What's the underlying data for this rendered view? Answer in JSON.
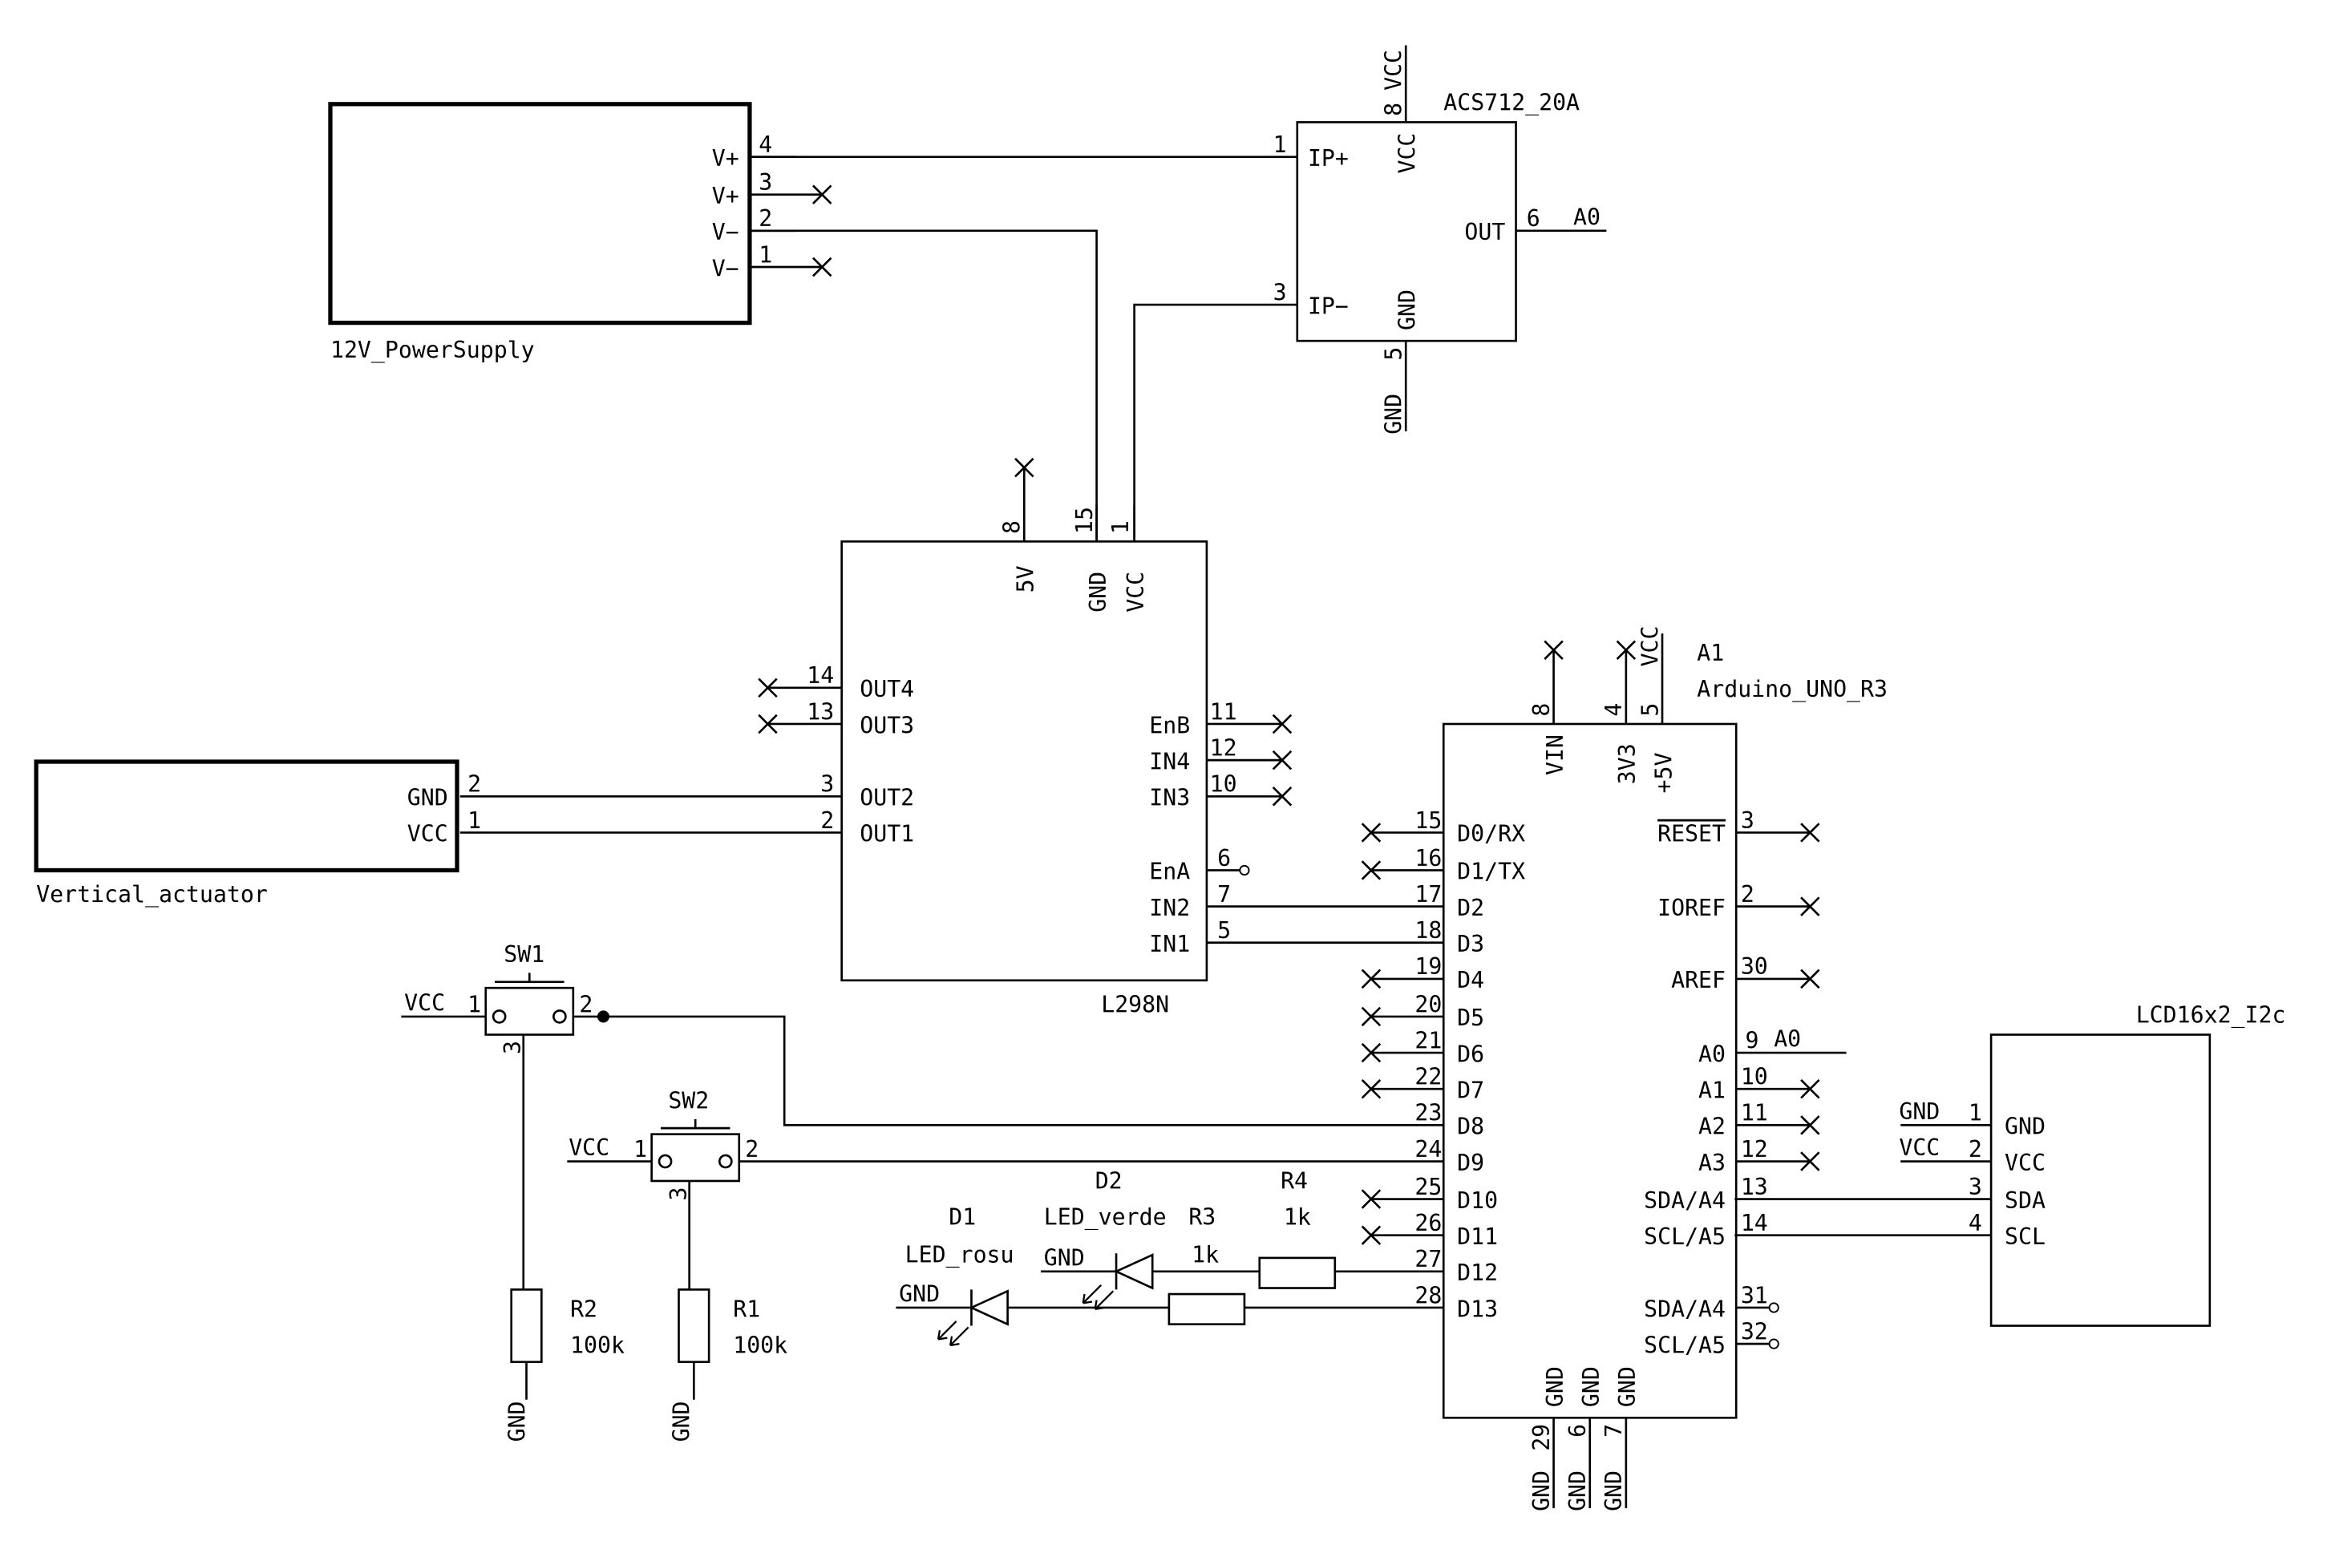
{
  "components": {
    "psu": {
      "name": "12V_PowerSupply",
      "pins": [
        {
          "label": "V+",
          "num": "4"
        },
        {
          "label": "V+",
          "num": "3"
        },
        {
          "label": "V−",
          "num": "2"
        },
        {
          "label": "V−",
          "num": "1"
        }
      ]
    },
    "acs": {
      "name": "ACS712_20A",
      "pins": {
        "ip_plus": {
          "label": "IP+",
          "num": "1"
        },
        "ip_minus": {
          "label": "IP−",
          "num": "3"
        },
        "vcc": {
          "label": "VCC",
          "num": "8",
          "net": "VCC"
        },
        "gnd": {
          "label": "GND",
          "num": "5",
          "net": "GND"
        },
        "out": {
          "label": "OUT",
          "num": "6",
          "net": "A0"
        }
      }
    },
    "l298n": {
      "name": "L298N",
      "top_pins": [
        {
          "label": "5V",
          "num": "8"
        },
        {
          "label": "GND",
          "num": "15"
        },
        {
          "label": "VCC",
          "num": "1"
        }
      ],
      "left_pins": [
        {
          "label": "OUT4",
          "num": "14"
        },
        {
          "label": "OUT3",
          "num": "13"
        },
        {
          "label": "OUT2",
          "num": "3"
        },
        {
          "label": "OUT1",
          "num": "2"
        }
      ],
      "right_pins": [
        {
          "label": "EnB",
          "num": "11"
        },
        {
          "label": "IN4",
          "num": "12"
        },
        {
          "label": "IN3",
          "num": "10"
        },
        {
          "label": "EnA",
          "num": "6"
        },
        {
          "label": "IN2",
          "num": "7"
        },
        {
          "label": "IN1",
          "num": "5"
        }
      ]
    },
    "actuator": {
      "name": "Vertical_actuator",
      "pins": [
        {
          "label": "GND",
          "num": "2"
        },
        {
          "label": "VCC",
          "num": "1"
        }
      ]
    },
    "arduino": {
      "ref": "A1",
      "name": "Arduino_UNO_R3",
      "top_pins": [
        {
          "label": "VIN",
          "num": "8"
        },
        {
          "label": "3V3",
          "num": "4"
        },
        {
          "label": "+5V",
          "num": "5",
          "net": "VCC"
        }
      ],
      "left_pins": [
        {
          "label": "D0/RX",
          "num": "15"
        },
        {
          "label": "D1/TX",
          "num": "16"
        },
        {
          "label": "D2",
          "num": "17"
        },
        {
          "label": "D3",
          "num": "18"
        },
        {
          "label": "D4",
          "num": "19"
        },
        {
          "label": "D5",
          "num": "20"
        },
        {
          "label": "D6",
          "num": "21"
        },
        {
          "label": "D7",
          "num": "22"
        },
        {
          "label": "D8",
          "num": "23"
        },
        {
          "label": "D9",
          "num": "24"
        },
        {
          "label": "D10",
          "num": "25"
        },
        {
          "label": "D11",
          "num": "26"
        },
        {
          "label": "D12",
          "num": "27"
        },
        {
          "label": "D13",
          "num": "28"
        }
      ],
      "right_pins": [
        {
          "label": "RESET",
          "num": "3"
        },
        {
          "label": "IOREF",
          "num": "2"
        },
        {
          "label": "AREF",
          "num": "30"
        },
        {
          "label": "A0",
          "num": "9",
          "net": "A0"
        },
        {
          "label": "A1",
          "num": "10"
        },
        {
          "label": "A2",
          "num": "11"
        },
        {
          "label": "A3",
          "num": "12"
        },
        {
          "label": "SDA/A4",
          "num": "13"
        },
        {
          "label": "SCL/A5",
          "num": "14"
        },
        {
          "label": "SDA/A4",
          "num": "31"
        },
        {
          "label": "SCL/A5",
          "num": "32"
        }
      ],
      "bottom_pins": [
        {
          "label": "GND",
          "num": "29",
          "net": "GND"
        },
        {
          "label": "GND",
          "num": "6",
          "net": "GND"
        },
        {
          "label": "GND",
          "num": "7",
          "net": "GND"
        }
      ]
    },
    "lcd": {
      "name": "LCD16x2_I2c",
      "pins": [
        {
          "label": "GND",
          "num": "1",
          "net": "GND"
        },
        {
          "label": "VCC",
          "num": "2",
          "net": "VCC"
        },
        {
          "label": "SDA",
          "num": "3"
        },
        {
          "label": "SCL",
          "num": "4"
        }
      ]
    },
    "sw1": {
      "ref": "SW1",
      "pins": {
        "p1": "1",
        "p2": "2",
        "p3": "3"
      },
      "net": "VCC"
    },
    "sw2": {
      "ref": "SW2",
      "pins": {
        "p1": "1",
        "p2": "2",
        "p3": "3"
      },
      "net": "VCC"
    },
    "r1": {
      "ref": "R1",
      "value": "100k",
      "net": "GND"
    },
    "r2": {
      "ref": "R2",
      "value": "100k",
      "net": "GND"
    },
    "r3": {
      "ref": "R3",
      "value": "1k"
    },
    "r4": {
      "ref": "R4",
      "value": "1k"
    },
    "d1": {
      "ref": "D1",
      "name": "LED_rosu",
      "net": "GND"
    },
    "d2": {
      "ref": "D2",
      "name": "LED_verde",
      "net": "GND"
    }
  }
}
